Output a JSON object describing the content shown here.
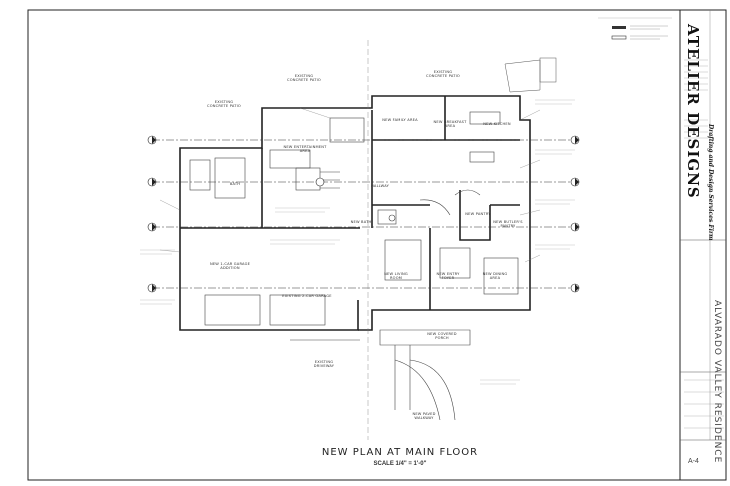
{
  "drawing": {
    "title": "NEW PLAN AT MAIN FLOOR",
    "scale": "SCALE 1/4\" = 1'-0\"",
    "rooms": {
      "family": "NEW FAMILY AREA",
      "breakfast": "NEW BREAKFAST AREA",
      "kitchen": "NEW KITCHEN",
      "entertainment": "NEW ENTERTAINMENT AREA",
      "bath": "BATH",
      "hallway": "HALLWAY",
      "new_bath": "NEW BATH",
      "pantry": "NEW PANTRY",
      "butler": "NEW BUTLER'S PANTRY",
      "living": "NEW LIVING ROOM",
      "foyer": "NEW ENTRY FOYER",
      "dining": "NEW DINING AREA",
      "garage_add": "NEW 1-CAR GARAGE ADDITION",
      "garage_exist": "EXISTING 2-CAR GARAGE",
      "patio_left": "EXISTING CONCRETE PATIO",
      "patio_mid": "EXISTING CONCRETE PATIO",
      "patio_right": "EXISTING CONCRETE PATIO",
      "porch": "NEW COVERED PORCH",
      "driveway": "EXISTING DRIVEWAY",
      "walkway": "NEW PAVED WALKWAY"
    }
  },
  "title_block": {
    "firm": "ATELIER DESIGNS",
    "tagline": "Drafting and Design Services Firm",
    "project": "ALVARADO VALLEY RESIDENCE",
    "sheet_number": "A-4"
  },
  "legend": {
    "title": "LEGEND"
  }
}
